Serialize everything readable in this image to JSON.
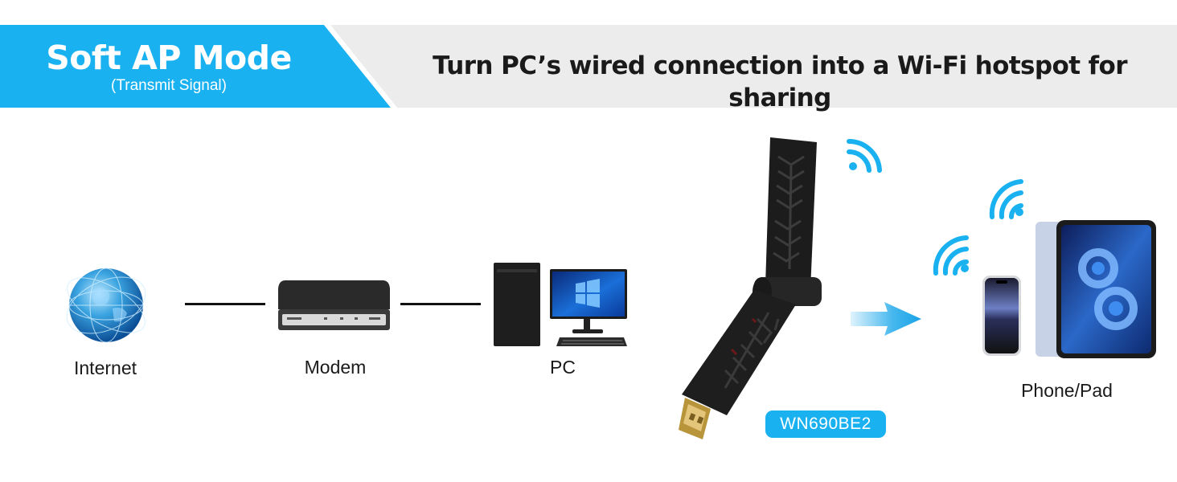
{
  "header": {
    "mode_title": "Soft AP Mode",
    "mode_subtitle": "(Transmit Signal)",
    "headline": "Turn PC’s wired connection into a Wi-Fi hotspot for sharing"
  },
  "nodes": {
    "internet": "Internet",
    "modem": "Modem",
    "pc": "PC",
    "adapter_model": "WN690BE2",
    "clients": "Phone/Pad"
  },
  "colors": {
    "accent_blue": "#1ab1f0",
    "banner_gray": "#ececec",
    "text_dark": "#1a1a1a"
  },
  "icons": [
    "globe-icon",
    "modem-icon",
    "pc-icon",
    "usb-adapter-icon",
    "wifi-icon",
    "arrow-right-icon",
    "phone-icon",
    "tablet-icon"
  ]
}
